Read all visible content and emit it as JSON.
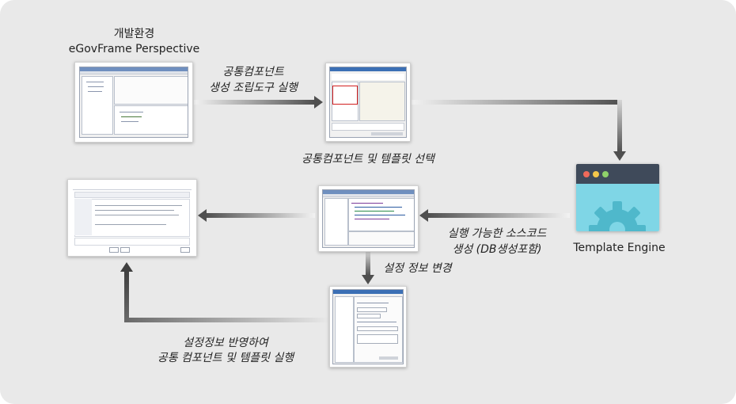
{
  "labels": {
    "env_line1": "개발환경",
    "env_line2": "eGovFrame Perspective",
    "tool_line1": "공통컴포넌트",
    "tool_line2": "생성 조립도구 실행",
    "select": "공통컴포넌트 및 템플릿 선택",
    "engine": "Template Engine",
    "gen_line1": "실행 가능한 소스코드",
    "gen_line2": "생성 (DB생성포함)",
    "change": "설정 정보 변경",
    "apply_line1": "설정정보 반영하여",
    "apply_line2": "공통 컴포넌트 및 템플릿 실행"
  },
  "icons": {
    "engine_gear": "gear-icon",
    "arrow": "arrow-icon"
  },
  "colors": {
    "panel_bg": "#e9e9e9",
    "arrow_dark": "#4f4f4f",
    "engine_bar": "#3f4a5a",
    "engine_body": "#7fd6e6",
    "gear": "#4fb8cb",
    "dot_red": "#f06a5a",
    "dot_yellow": "#f4c74a",
    "dot_green": "#8fd16a",
    "highlight_red": "#d21f1f"
  }
}
